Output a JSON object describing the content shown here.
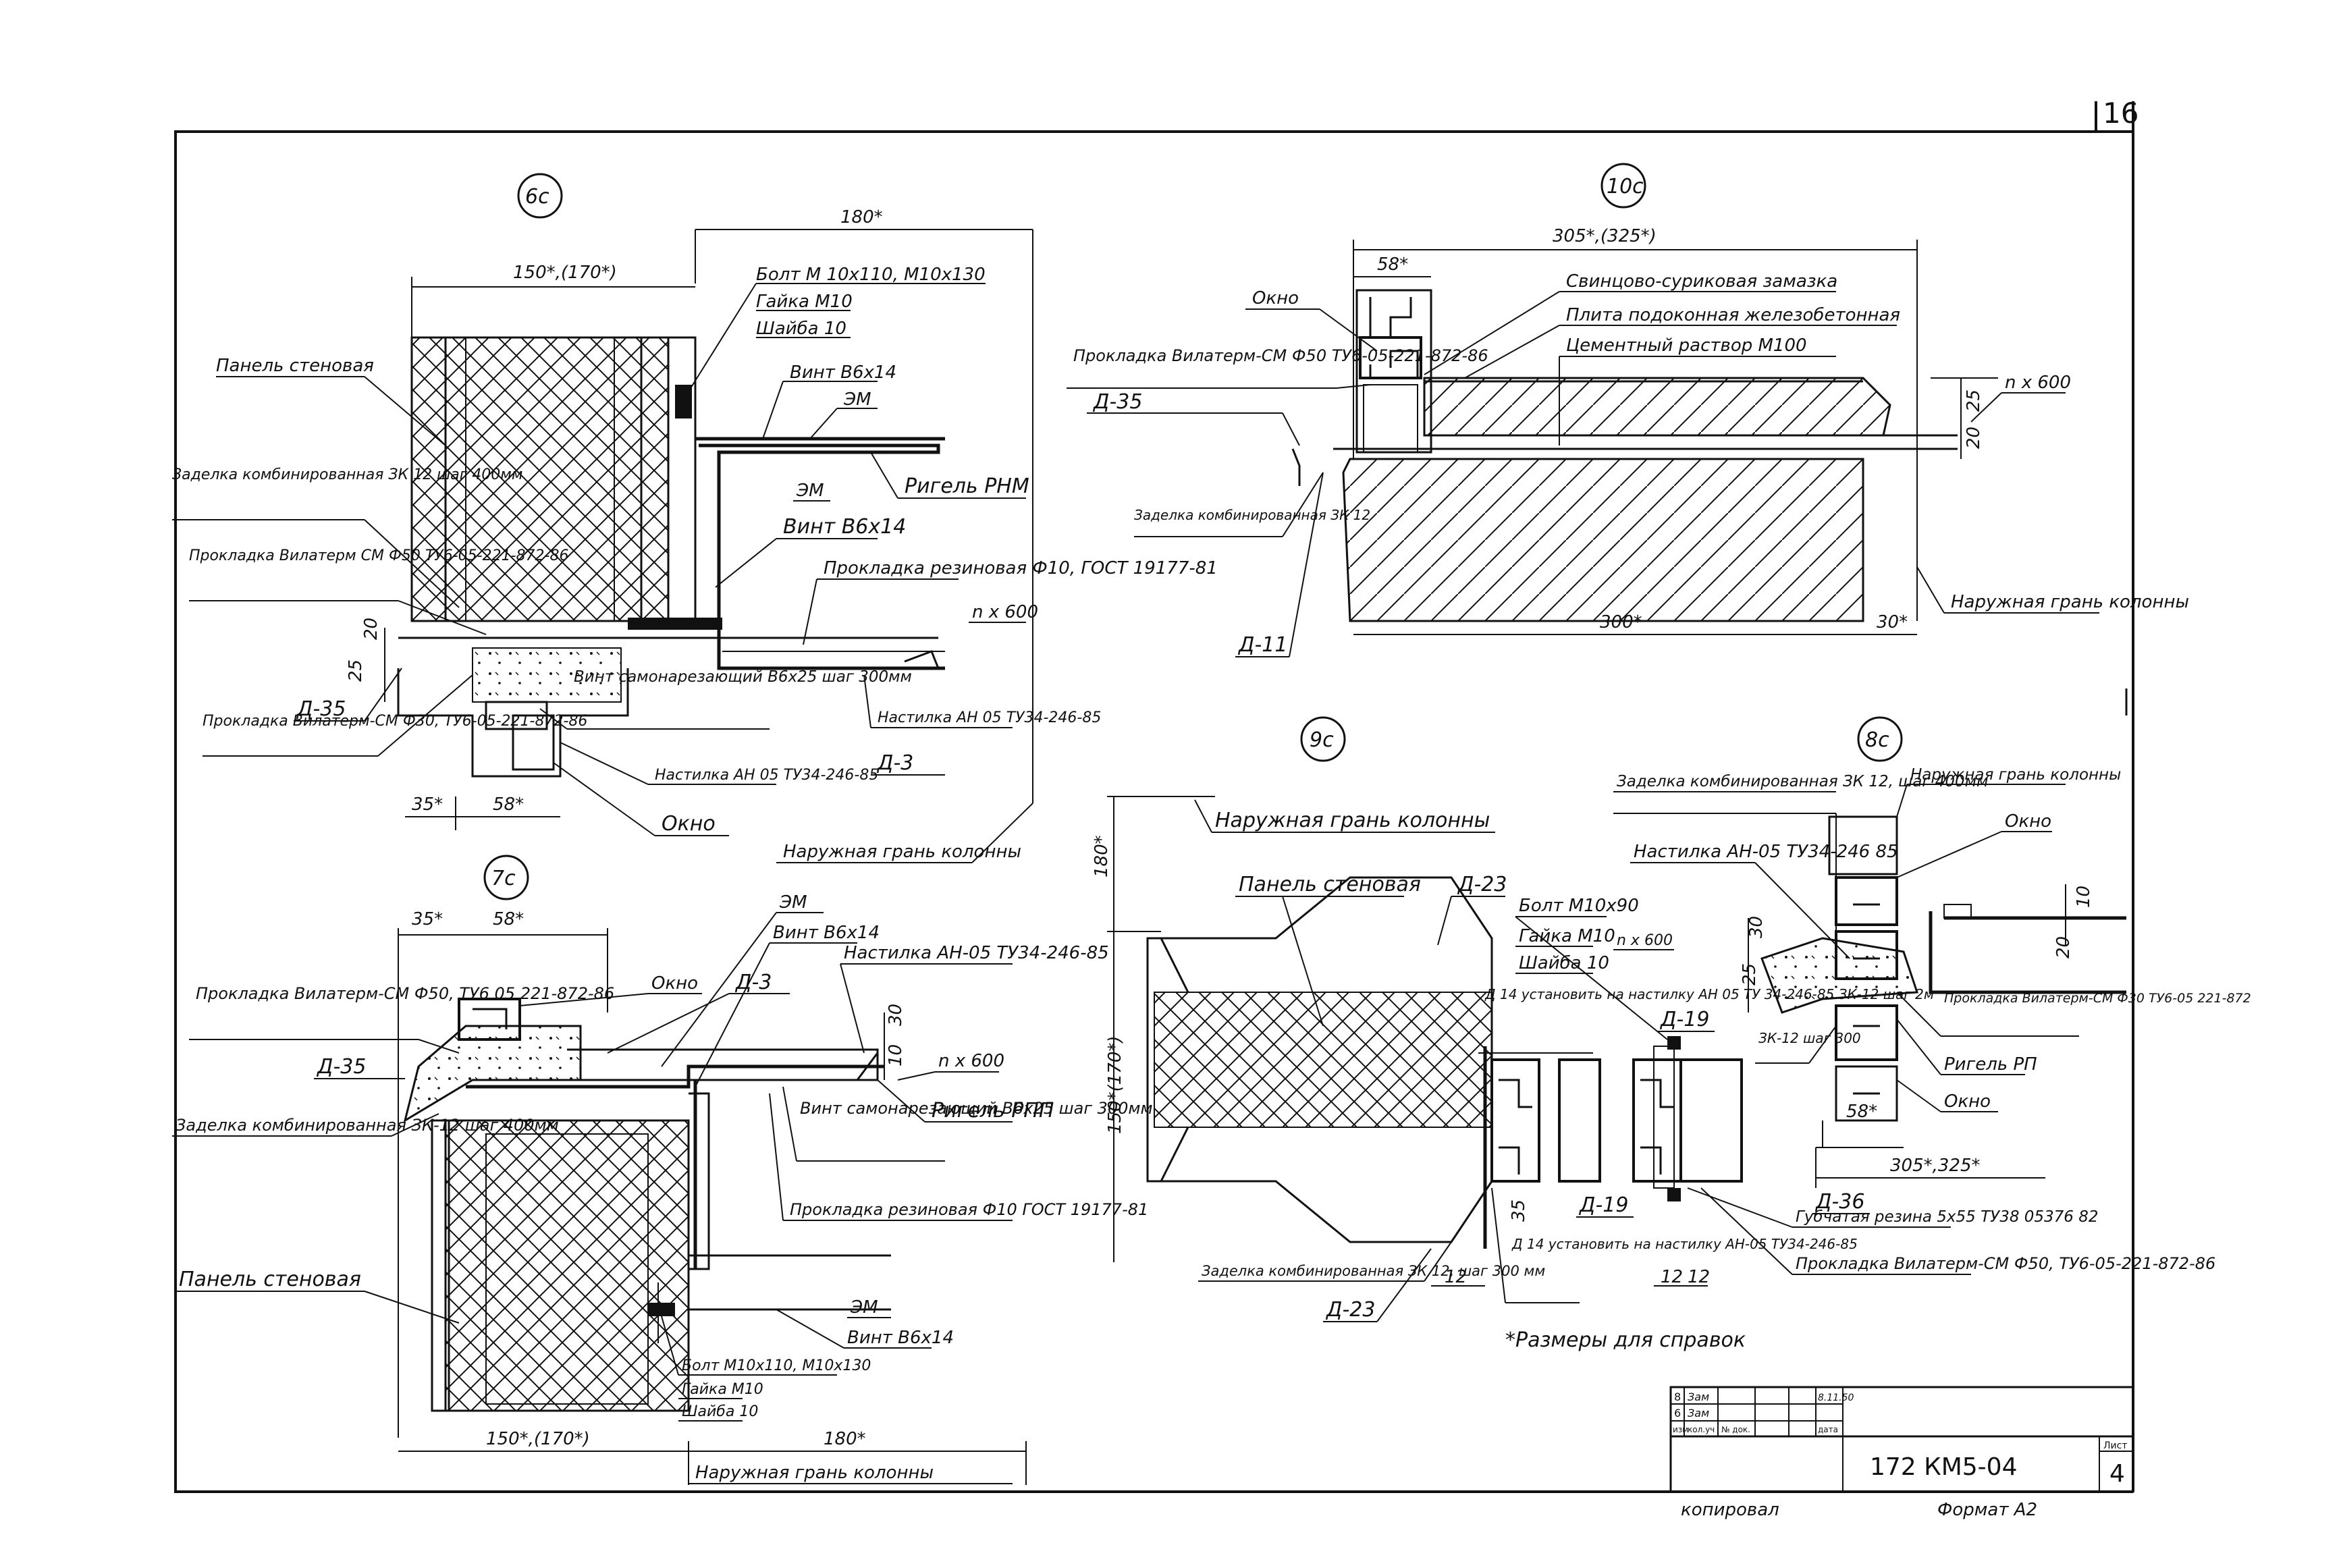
{
  "sheet": {
    "page_number": "16",
    "document_code": "172 КМ5-04",
    "sheet_no": "4",
    "sheet_label": "Лист",
    "copied_label": "копировал",
    "format_label": "Формат А2",
    "footnote": "*Размеры для справок",
    "rev_rows": [
      [
        "8",
        "Зам",
        "",
        "8.11.50"
      ],
      [
        "6",
        "Зам",
        "",
        ""
      ],
      [
        "изм",
        "кол.уч",
        "№ док.",
        "дата"
      ]
    ]
  },
  "node6": {
    "mark": "6c",
    "dim_total": "180*",
    "dim_panel": "150*,(170*)",
    "dim_35": "35*",
    "dim_58": "58*",
    "dim_25": "25",
    "dim_20": "20",
    "labels": {
      "bolt": "Болт М 10х110, М10х130",
      "nut": "Гайка М10",
      "washer": "Шайба 10",
      "screw1": "Винт В6х14",
      "em1": "ЭМ",
      "rigel": "Ригель РНМ",
      "em2": "ЭМ",
      "screw2": "Винт В6х14",
      "panel": "Панель стеновая",
      "sealing": "Заделка комбинированная ЗК 12 шаг 400мм",
      "gasket1": "Прокладка Вилатерм СМ Ф50 ТУ6-05-221-872-86",
      "rubber": "Прокладка резиновая Ф10, ГОСТ 19177-81",
      "nx600": "n x 600",
      "self_screw": "Винт самонарезающий В6х25 шаг 300мм",
      "gasket2": "Прокладка Вилатерм-СМ Ф30, ТУ6-05-221-872-86",
      "flooring1": "Настилка АН 05 ТУ34-246-85",
      "flooring2": "Настилка АН 05 ТУ34-246-85",
      "d35": "Д-35",
      "d3": "Д-3",
      "window": "Окно",
      "outer_face": "Наружная грань колонны"
    }
  },
  "node10": {
    "mark": "10c",
    "dim_total": "305*,(325*)",
    "dim_58": "58*",
    "dim_300": "300*",
    "dim_30": "30*",
    "dim_25": "25",
    "dim_20": "20",
    "labels": {
      "window": "Окно",
      "seal": "Свинцово-суриковая замазка",
      "slab": "Плита подоконная железобетонная",
      "mortar": "Цементный раствор М100",
      "gasket": "Прокладка Вилатерм-СМ Ф50 ТУ6-05-221-872-86",
      "d35": "Д-35",
      "nx600": "n x 600",
      "sealing": "Заделка комбинированная ЗК 12",
      "d11": "Д-11",
      "outer_face": "Наружная грань колонны"
    }
  },
  "node7": {
    "mark": "7c",
    "dim_35": "35*",
    "dim_58": "58*",
    "dim_30": "30",
    "dim_10": "10",
    "dim_panel": "150*,(170*)",
    "dim_180": "180*",
    "labels": {
      "gasket": "Прокладка Вилатерм-СМ Ф50, ТУ6 05 221-872-86",
      "window": "Окно",
      "em1": "ЭМ",
      "screw1": "Винт В6х14",
      "flooring": "Настилка АН-05 ТУ34-246-85",
      "d3": "Д-3",
      "d35": "Д-35",
      "nx600": "n x 600",
      "rigel": "Ригель РПП",
      "sealing": "Заделка комбинированная ЗК-12 шаг 400мм",
      "self_screw": "Винт самонарезающий В6х25 шаг 300мм",
      "rubber": "Прокладка резиновая Ф10 ГОСТ 19177-81",
      "panel": "Панель стеновая",
      "em2": "ЭМ",
      "screw2": "Винт В6х14",
      "bolt": "Болт М10х110, М10х130",
      "nut": "Гайка М10",
      "washer": "Шайба 10",
      "outer_face": "Наружная грань колонны"
    }
  },
  "node9": {
    "mark": "9c",
    "dim_180": "180*",
    "dim_panel": "150*(170*)",
    "dim_35": "35",
    "dim_12a": "12",
    "dim_12b": "12",
    "dim_12c": "12",
    "labels": {
      "outer_face": "Наружная грань колонны",
      "panel": "Панель стеновая",
      "d23a": "Д-23",
      "bolt": "Болт М10х90",
      "nut": "Гайка М10",
      "washer": "Шайба 10",
      "nx600": "n x 600",
      "d14a": "Д 14 установить на настилку АН 05 ТУ 34-246-85 ЗК-12 шаг 2м",
      "d19a": "Д-19",
      "d19b": "Д-19",
      "d14b": "Д 14 установить на настилку АН-05 ТУ34-246-85",
      "sealing": "Заделка комбинированная ЗК 12, шаг 300 мм",
      "d23b": "Д-23",
      "sponge": "Губчатая резина 5х55 ТУ38 05376 82",
      "gasket": "Прокладка Вилатерм-СМ Ф50, ТУ6-05-221-872-86"
    }
  },
  "node8": {
    "mark": "8c",
    "dim_30": "30",
    "dim_25": "25",
    "dim_10": "10",
    "dim_20": "20",
    "dim_58": "58*",
    "dim_total": "305*,325*",
    "labels": {
      "sealing": "Заделка комбинированная ЗК 12, шаг 400мм",
      "outer_face": "Наружная грань колонны",
      "window1": "Окно",
      "flooring": "Настилка АН-05 ТУ34-246 85",
      "zk": "ЗК-12 шаг 300",
      "gasket": "Прокладка Вилатерм-СМ Ф30 ТУ6-05 221-872",
      "rigel": "Ригель РП",
      "window2": "Окно",
      "d36": "Д-36"
    }
  }
}
